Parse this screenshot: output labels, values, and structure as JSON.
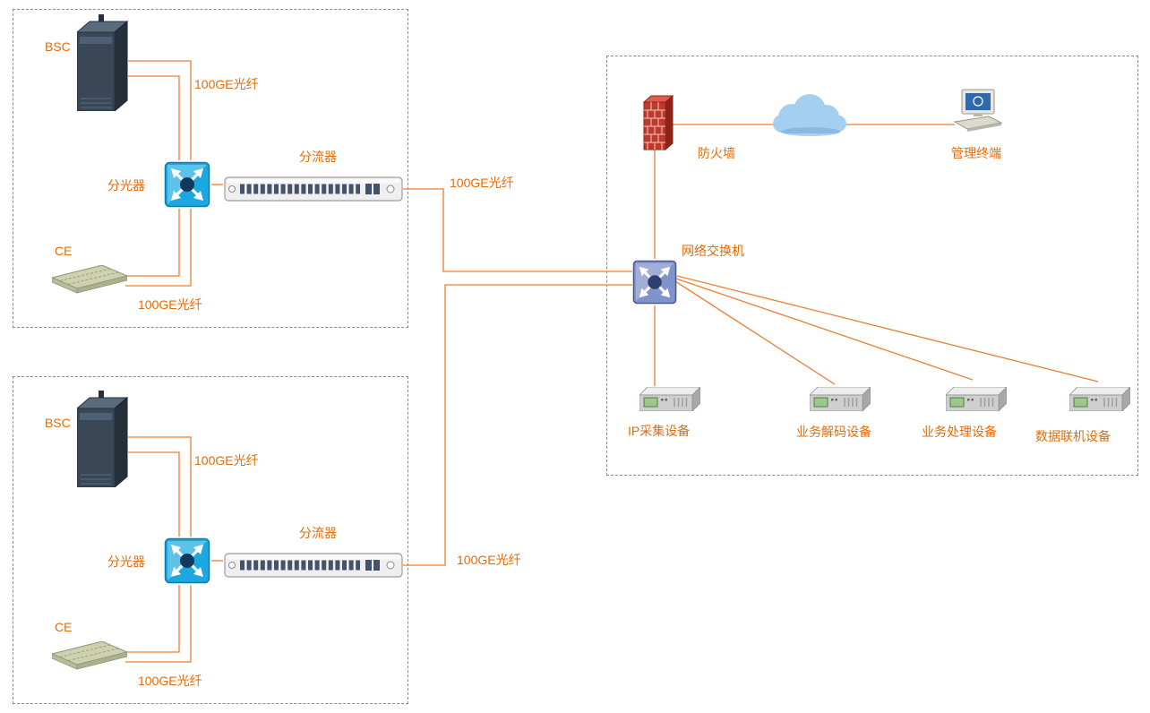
{
  "colors": {
    "link_line": "#ED7D31",
    "label_text": "#E36C0A",
    "boundary_dash": "#8A8A8A",
    "splitter_blue": "#1BA8E0",
    "switch_blue": "#8093CB",
    "firewall_red": "#C0392B"
  },
  "site1": {
    "bsc": "BSC",
    "fiber_top": "100GE光纤",
    "splitter": "分光器",
    "shunt": "分流器",
    "ce": "CE",
    "fiber_bottom": "100GE光纤",
    "uplink": "100GE光纤"
  },
  "site2": {
    "bsc": "BSC",
    "fiber_top": "100GE光纤",
    "splitter": "分光器",
    "shunt": "分流器",
    "ce": "CE",
    "fiber_bottom": "100GE光纤",
    "uplink": "100GE光纤"
  },
  "core": {
    "firewall": "防火墙",
    "terminal": "管理终端",
    "switch": "网络交换机",
    "devices": [
      "IP采集设备",
      "业务解码设备",
      "业务处理设备",
      "数据联机设备"
    ]
  },
  "icons": {
    "server_cabinet": "server-cabinet-icon",
    "optical_splitter": "optical-splitter-cube-icon",
    "shunt_rack": "shunt-rack-icon",
    "ce_device": "ce-keyboard-icon",
    "firewall": "firewall-brick-icon",
    "cloud": "network-cloud-icon",
    "terminal": "desktop-computer-icon",
    "switch": "network-switch-cube-icon",
    "server_device": "rack-server-icon"
  }
}
